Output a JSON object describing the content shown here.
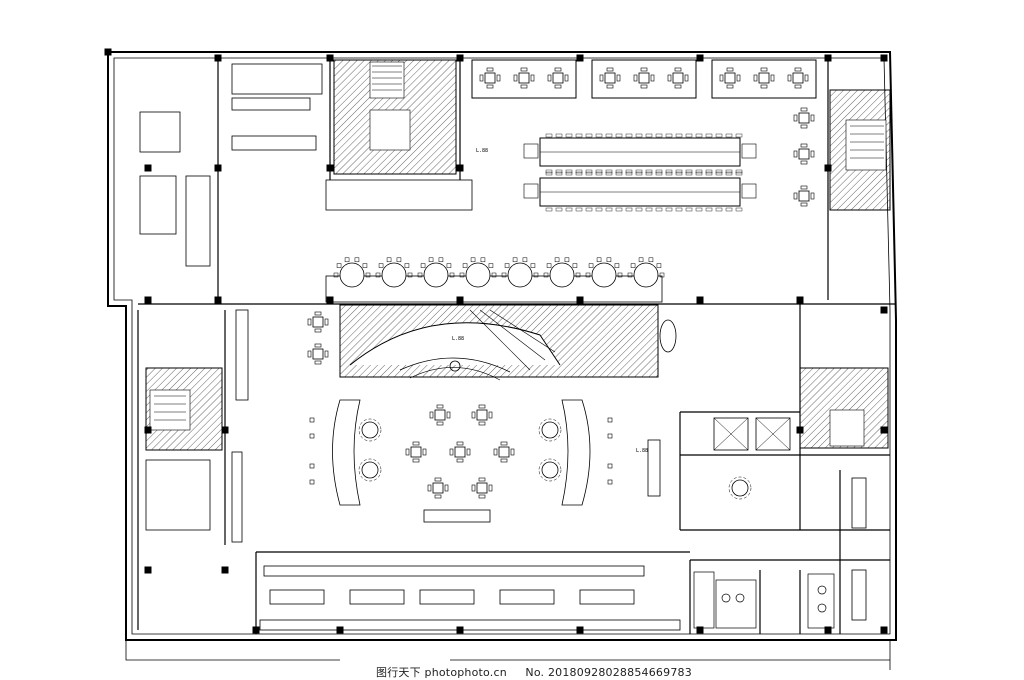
{
  "watermark": {
    "site_name": "图行天下",
    "site_url": "photophoto.cn",
    "image_no": "No. 20180928028854669783"
  },
  "plan": {
    "line_color": "#000000",
    "hatch_color": "#000000",
    "background": "#ffffff",
    "level_labels": [
      "L.88",
      "L.88",
      "L.88"
    ]
  }
}
